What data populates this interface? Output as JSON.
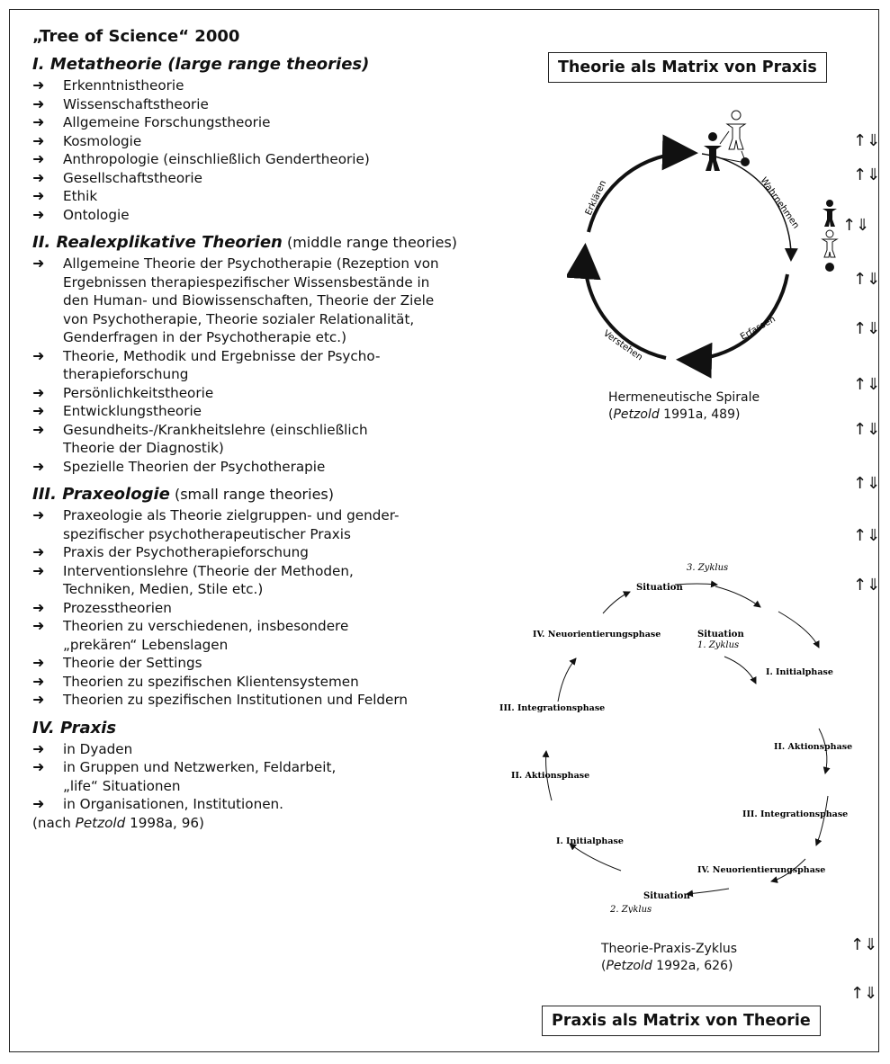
{
  "header": {
    "title": "„Tree of Science“ 2000"
  },
  "sections": [
    {
      "numeral": "I.",
      "name": "Metatheorie (large range theories)",
      "suffix": "",
      "items": [
        [
          "Erkenntnistheorie"
        ],
        [
          "Wissenschaftstheorie"
        ],
        [
          "Allgemeine Forschungstheorie"
        ],
        [
          "Kosmologie"
        ],
        [
          "Anthropologie (einschließlich Gendertheorie)"
        ],
        [
          "Gesellschaftstheorie"
        ],
        [
          "Ethik"
        ],
        [
          "Ontologie"
        ]
      ]
    },
    {
      "numeral": "II.",
      "name": "Realexplikative Theorien",
      "suffix": " (middle range theories)",
      "items": [
        [
          "Allgemeine Theorie der Psychotherapie (Rezeption von",
          "Ergebnissen therapiespezifischer Wissensbestände in",
          "den Human- und Biowissenschaften, Theorie der Ziele",
          "von Psychotherapie, Theorie sozialer Relationalität,",
          "Genderfragen in der Psychotherapie etc.)"
        ],
        [
          "Theorie, Methodik und Ergebnisse der Psycho-",
          "therapieforschung"
        ],
        [
          "Persönlichkeitstheorie"
        ],
        [
          "Entwicklungstheorie"
        ],
        [
          "Gesundheits-/Krankheitslehre (einschließlich",
          "Theorie der Diagnostik)"
        ],
        [
          "Spezielle Theorien der Psychotherapie"
        ]
      ]
    },
    {
      "numeral": "III.",
      "name": "Praxeologie",
      "suffix": " (small range theories)",
      "items": [
        [
          "Praxeologie als Theorie zielgruppen- und gender-",
          "spezifischer psychotherapeutischer Praxis"
        ],
        [
          "Praxis der Psychotherapieforschung"
        ],
        [
          "Interventionslehre (Theorie der Methoden,",
          "Techniken, Medien, Stile etc.)"
        ],
        [
          "Prozesstheorien"
        ],
        [
          "Theorien zu verschiedenen, insbesondere",
          "„prekären“ Lebenslagen"
        ],
        [
          "Theorie der Settings"
        ],
        [
          "Theorien zu spezifischen Klientensystemen"
        ],
        [
          "Theorien zu spezifischen Institutionen und Feldern"
        ]
      ]
    },
    {
      "numeral": "IV.",
      "name": "Praxis",
      "suffix": "",
      "items": [
        [
          "in Dyaden"
        ],
        [
          "in Gruppen und Netzwerken, Feldarbeit,",
          "„life“ Situationen"
        ],
        [
          "in Organisationen, Institutionen."
        ]
      ]
    }
  ],
  "source": {
    "pre": "(nach ",
    "author": "Petzold",
    "post": " 1998a, 96)"
  },
  "boxes": {
    "top": "Theorie als Matrix von Praxis",
    "bottom": "Praxis als Matrix von Theorie"
  },
  "spiral": {
    "labels": {
      "wahrnehmen": "Wahrnehmen",
      "erfassen": "Erfassen",
      "verstehen": "Verstehen",
      "erklaeren": "Erklären"
    },
    "caption_line1": "Hermeneutische Spirale",
    "caption_author": "Petzold",
    "caption_rest": " 1991a, 489)"
  },
  "cycle": {
    "zyklus1": "1. Zyklus",
    "zyklus2": "2. Zyklus",
    "zyklus3": "3. Zyklus",
    "situation": "Situation",
    "initial": "I. Initialphase",
    "aktion": "II. Aktionsphase",
    "integration": "III. Integrationsphase",
    "neuorientierung": "IV. Neuorientierungsphase",
    "caption_line1": "Theorie-Praxis-Zyklus",
    "caption_author": "Petzold",
    "caption_rest": " 1992a, 626)"
  },
  "updown_arrow": "↑⇓",
  "arrow_glyph": "➜"
}
